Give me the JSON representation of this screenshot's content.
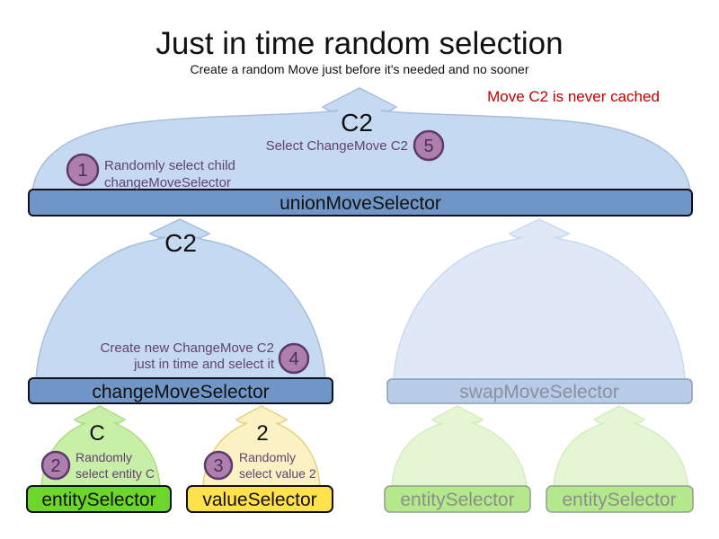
{
  "title": "Just in time random selection",
  "subtitle": "Create a random Move just before it's needed and no sooner",
  "note": "Move C2 is never cached",
  "selectors": {
    "union": {
      "label": "unionMoveSelector",
      "output": "C2"
    },
    "change": {
      "label": "changeMoveSelector",
      "output": "C2"
    },
    "swap": {
      "label": "swapMoveSelector"
    },
    "entity_left": {
      "label": "entitySelector",
      "output": "C"
    },
    "value": {
      "label": "valueSelector",
      "output": "2"
    },
    "entity_faded_1": {
      "label": "entitySelector"
    },
    "entity_faded_2": {
      "label": "entitySelector"
    }
  },
  "steps": {
    "s1": {
      "num": "1",
      "line1": "Randomly select child",
      "line2": "changeMoveSelector"
    },
    "s2": {
      "num": "2",
      "line1": "Randomly",
      "line2": "select entity C"
    },
    "s3": {
      "num": "3",
      "line1": "Randomly",
      "line2": "select value 2"
    },
    "s4": {
      "num": "4",
      "line1": "Create new ChangeMove C2",
      "line2": "just in time and select it"
    },
    "s5": {
      "num": "5",
      "text": "Select ChangeMove C2"
    }
  },
  "colors": {
    "bar_blue": "#7096C8",
    "bar_blue_faded": "#B7CCE9",
    "arch_blue": "#C5D9F1",
    "arch_blue_faded": "#DEE8F6",
    "bar_green": "#6CD62A",
    "bar_green_faded": "#B4E88C",
    "bar_yellow": "#FFE14C",
    "arch_green": "#C8EFA7",
    "arch_green_faded": "#E4F6D3",
    "arch_yellow": "#FBF2C4",
    "step_circle": "#AE7FAD",
    "step_circle_border": "#5C3A6E",
    "step_text": "#604370",
    "note_red": "#C00000"
  }
}
